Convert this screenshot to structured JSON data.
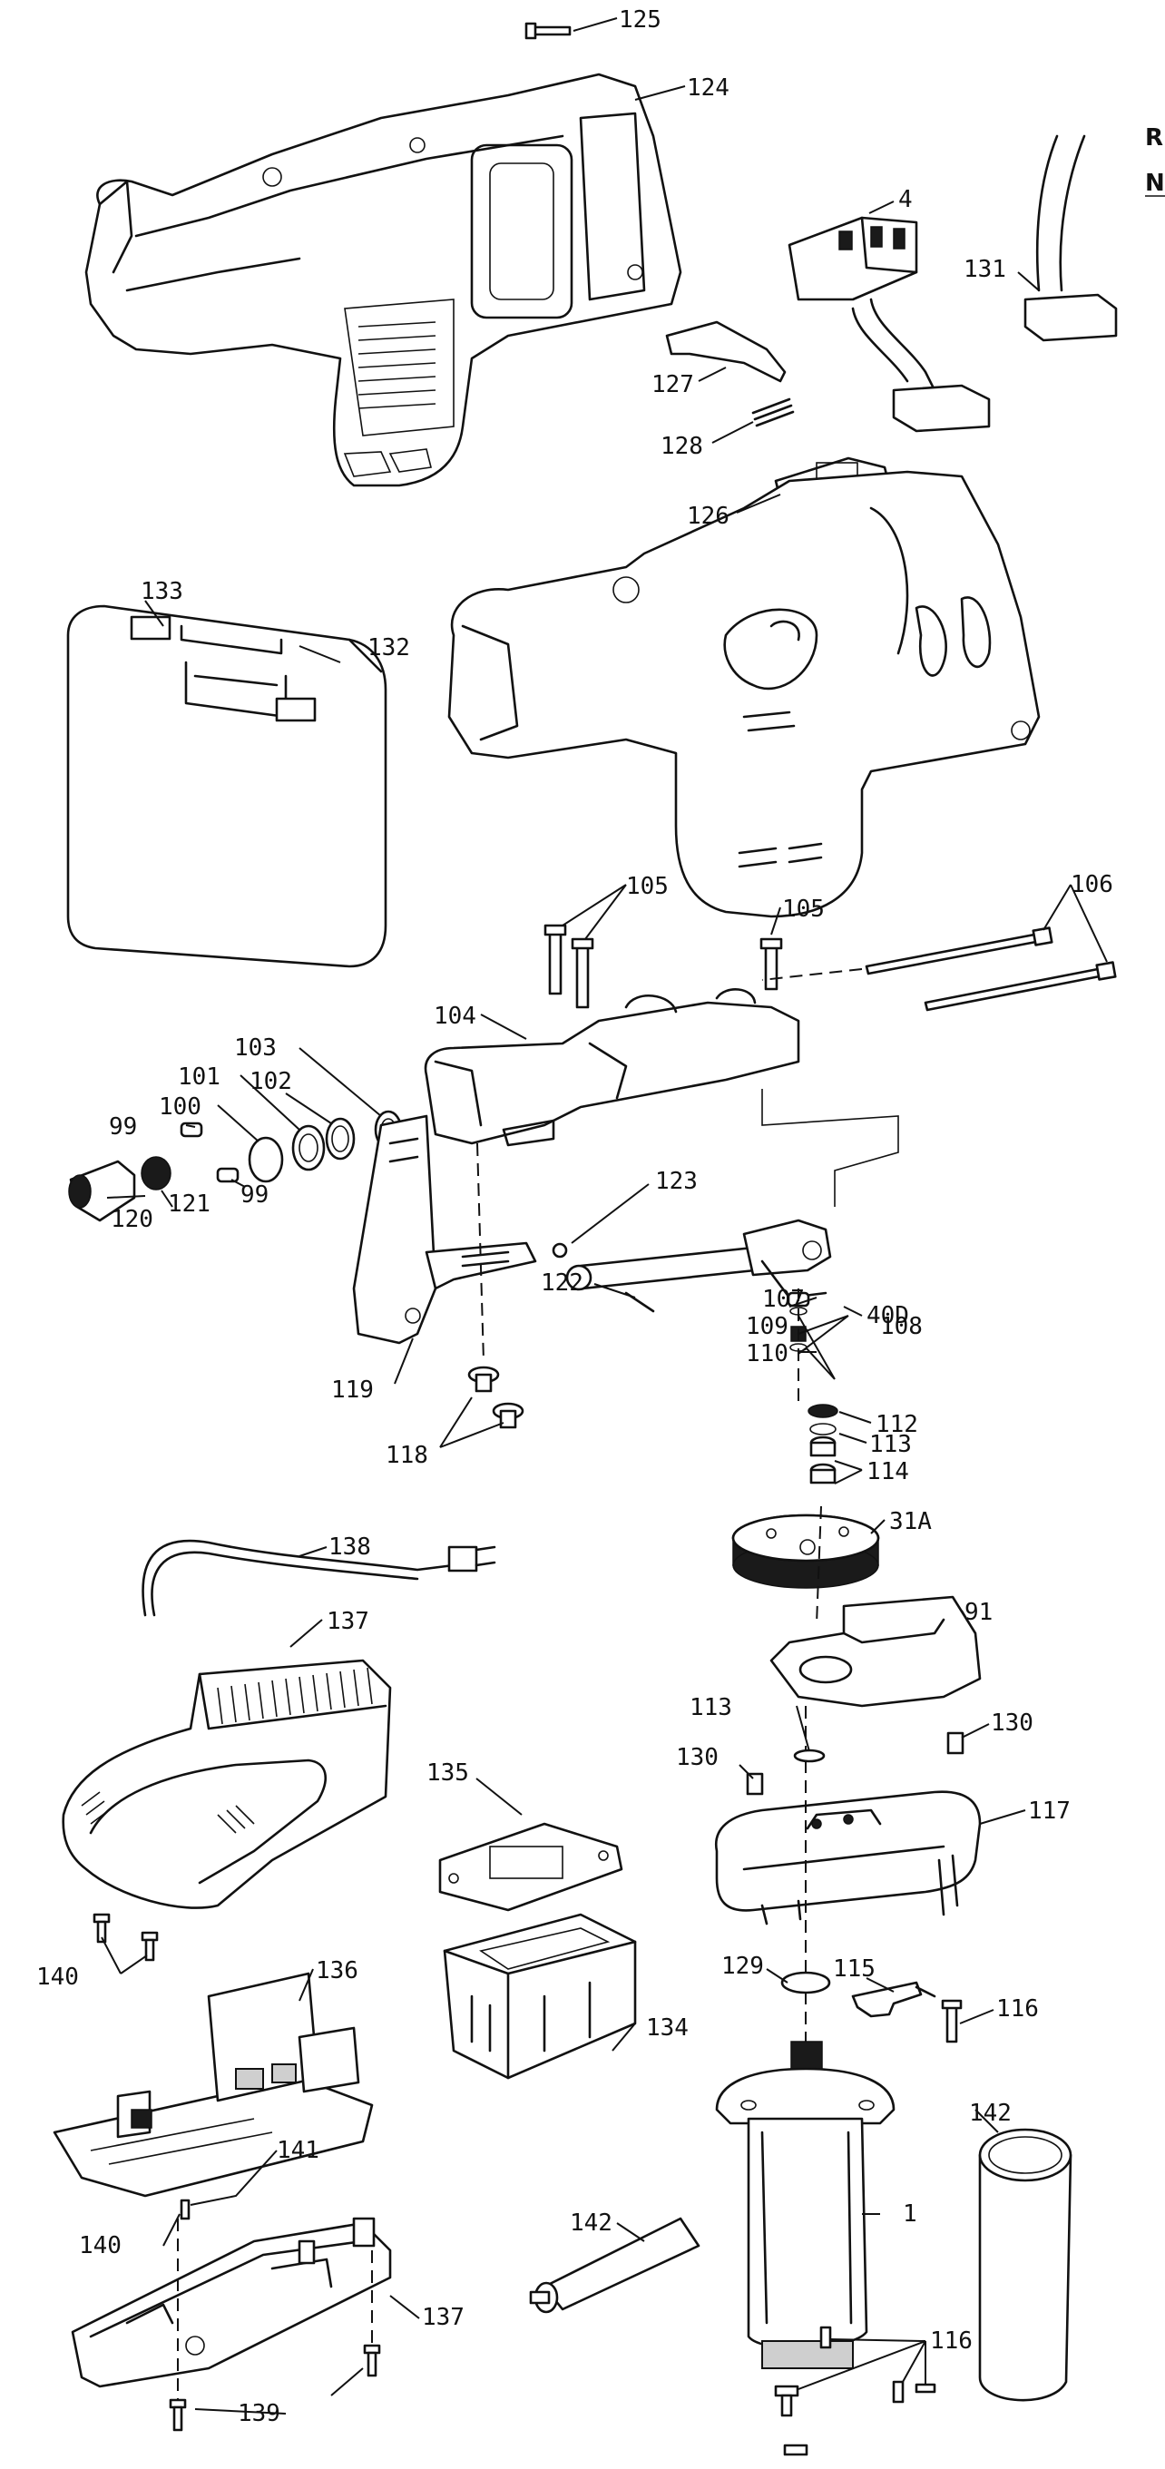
{
  "header_fragment": {
    "line1": "R",
    "line2": "N"
  },
  "callouts": [
    {
      "id": "125",
      "text": "125"
    },
    {
      "id": "124",
      "text": "124"
    },
    {
      "id": "4",
      "text": "4"
    },
    {
      "id": "131",
      "text": "131"
    },
    {
      "id": "127",
      "text": "127"
    },
    {
      "id": "128",
      "text": "128"
    },
    {
      "id": "126",
      "text": "126"
    },
    {
      "id": "133",
      "text": "133"
    },
    {
      "id": "132",
      "text": "132"
    },
    {
      "id": "105a",
      "text": "105"
    },
    {
      "id": "105b",
      "text": "105"
    },
    {
      "id": "106",
      "text": "106"
    },
    {
      "id": "104",
      "text": "104"
    },
    {
      "id": "103",
      "text": "103"
    },
    {
      "id": "101",
      "text": "101"
    },
    {
      "id": "102",
      "text": "102"
    },
    {
      "id": "100",
      "text": "100"
    },
    {
      "id": "99a",
      "text": "99"
    },
    {
      "id": "99b",
      "text": "99"
    },
    {
      "id": "121",
      "text": "121"
    },
    {
      "id": "120",
      "text": "120"
    },
    {
      "id": "123",
      "text": "123"
    },
    {
      "id": "40D",
      "text": "40D"
    },
    {
      "id": "122",
      "text": "122"
    },
    {
      "id": "107",
      "text": "107"
    },
    {
      "id": "109",
      "text": "109"
    },
    {
      "id": "110",
      "text": "110"
    },
    {
      "id": "108",
      "text": "108"
    },
    {
      "id": "119",
      "text": "119"
    },
    {
      "id": "118",
      "text": "118"
    },
    {
      "id": "112",
      "text": "112"
    },
    {
      "id": "113a",
      "text": "113"
    },
    {
      "id": "114",
      "text": "114"
    },
    {
      "id": "31A",
      "text": "31A"
    },
    {
      "id": "138",
      "text": "138"
    },
    {
      "id": "137a",
      "text": "137"
    },
    {
      "id": "91",
      "text": "91"
    },
    {
      "id": "113b",
      "text": "113"
    },
    {
      "id": "130a",
      "text": "130"
    },
    {
      "id": "130b",
      "text": "130"
    },
    {
      "id": "135",
      "text": "135"
    },
    {
      "id": "117",
      "text": "117"
    },
    {
      "id": "140a",
      "text": "140"
    },
    {
      "id": "136",
      "text": "136"
    },
    {
      "id": "129",
      "text": "129"
    },
    {
      "id": "115",
      "text": "115"
    },
    {
      "id": "116a",
      "text": "116"
    },
    {
      "id": "134",
      "text": "134"
    },
    {
      "id": "142a",
      "text": "142"
    },
    {
      "id": "141",
      "text": "141"
    },
    {
      "id": "142b",
      "text": "142"
    },
    {
      "id": "140b",
      "text": "140"
    },
    {
      "id": "1",
      "text": "1"
    },
    {
      "id": "137b",
      "text": "137"
    },
    {
      "id": "116b",
      "text": "116"
    },
    {
      "id": "139",
      "text": "139"
    }
  ]
}
